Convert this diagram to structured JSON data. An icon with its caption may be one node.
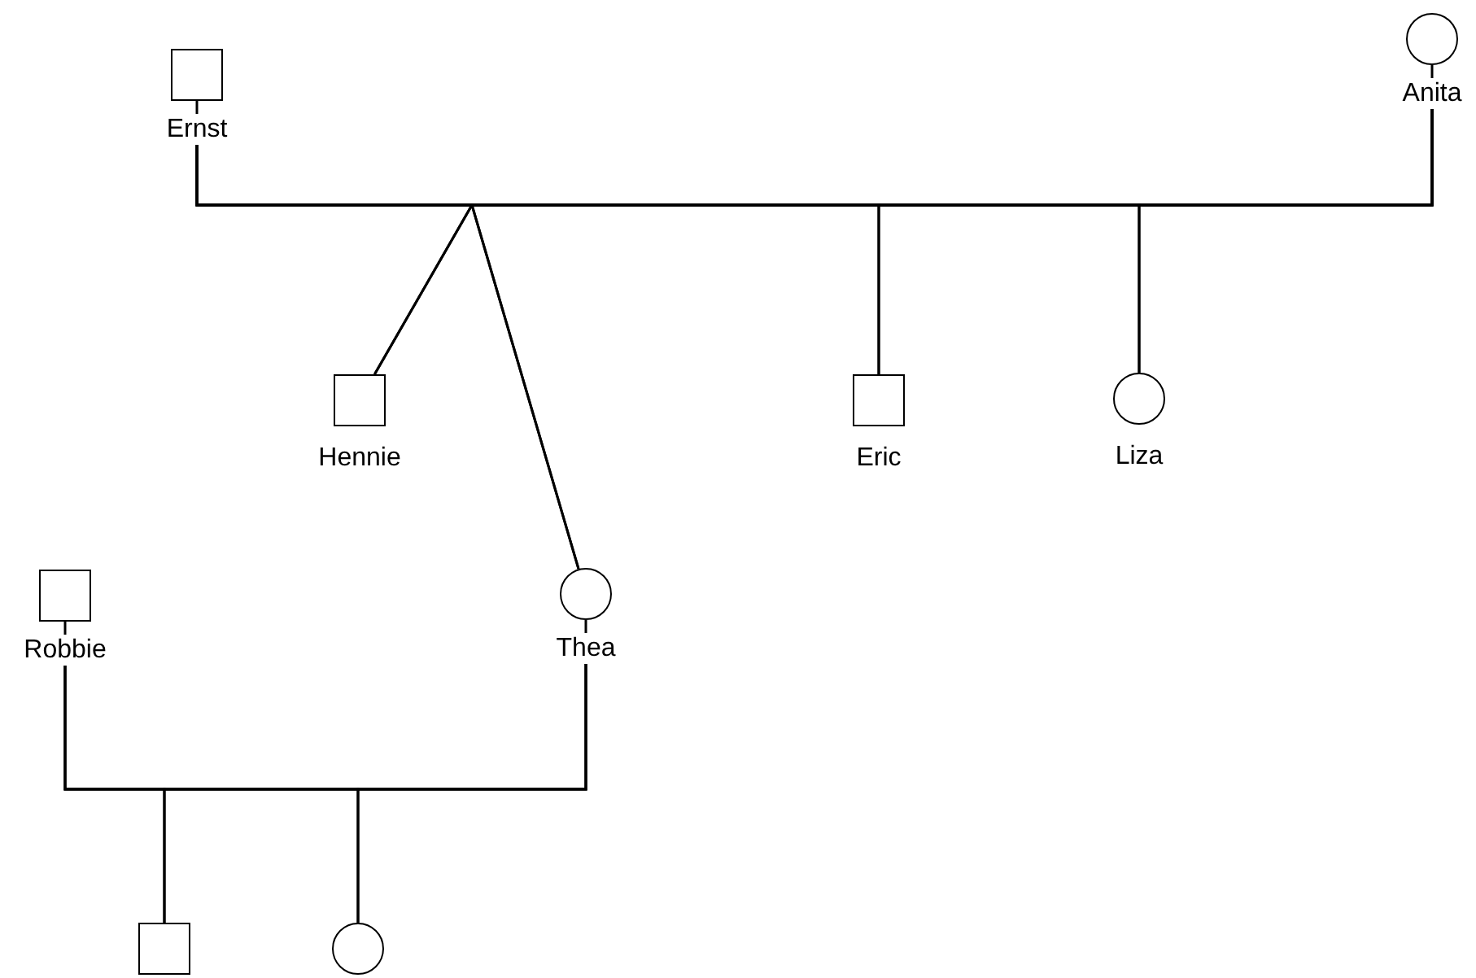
{
  "diagram": {
    "nodes": [
      {
        "text": [],
        "shape": "box"
      },
      {
        "text": [
          "Ernst"
        ]
      },
      {
        "text": [],
        "shape": "circle"
      },
      {
        "text": [
          "Anita"
        ]
      },
      {
        "text": [],
        "shape": "box",
        "beside": [
          "Hennie"
        ]
      },
      {
        "text": [],
        "shape": "box",
        "beside": [
          "Eric"
        ]
      },
      {
        "text": [],
        "shape": "circle",
        "beside": [
          "Liza"
        ]
      },
      {
        "text": [],
        "shape": "box"
      },
      {
        "text": [
          "Robbie"
        ]
      },
      {
        "text": [],
        "shape": "circle"
      },
      {
        "text": [
          "Thea"
        ]
      },
      {
        "text": [],
        "shape": "box"
      },
      {
        "text": [],
        "shape": "circle"
      }
    ],
    "edges": [
      {
        "from": 0,
        "to": 1,
        "arrow": "none"
      },
      {
        "from": 2,
        "to": 3,
        "arrow": "none"
      },
      {
        "from": 1,
        "to": 3,
        "arrow": "none"
      },
      {
        "from": 1,
        "to": 4,
        "arrow": "none"
      },
      {
        "from": 1,
        "to": 9,
        "arrow": "none"
      },
      {
        "from": 1,
        "to": 5,
        "arrow": "none"
      },
      {
        "from": 1,
        "to": 6,
        "arrow": "none"
      },
      {
        "from": 3,
        "to": 4,
        "arrow": "none"
      },
      {
        "from": 3,
        "to": 9,
        "arrow": "none"
      },
      {
        "from": 3,
        "to": 5,
        "arrow": "none"
      },
      {
        "from": 3,
        "to": 6,
        "arrow": "none"
      },
      {
        "from": 7,
        "to": 8,
        "arrow": "none"
      },
      {
        "from": 9,
        "to": 10,
        "arrow": "none"
      },
      {
        "from": 8,
        "to": 10,
        "arrow": "none"
      },
      {
        "from": 8,
        "to": 11,
        "arrow": "none"
      },
      {
        "from": 8,
        "to": 12,
        "arrow": "none"
      },
      {
        "from": 10,
        "to": 11,
        "arrow": "none"
      },
      {
        "from": 10,
        "to": 12,
        "arrow": "none"
      }
    ]
  }
}
